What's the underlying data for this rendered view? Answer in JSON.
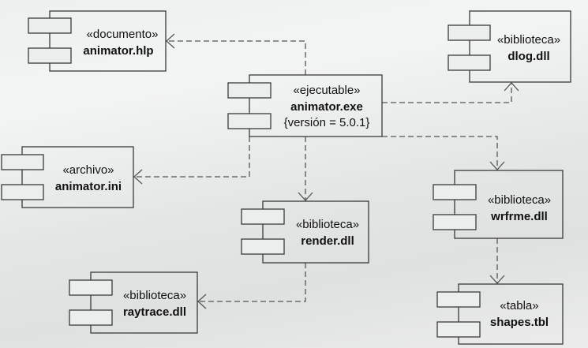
{
  "components": {
    "hlp": {
      "stereotype": "«documento»",
      "name": "animator.hlp"
    },
    "exe": {
      "stereotype": "«ejecutable»",
      "name": "animator.exe",
      "tag": "{versión = 5.0.1}"
    },
    "ini": {
      "stereotype": "«archivo»",
      "name": "animator.ini"
    },
    "dlog": {
      "stereotype": "«biblioteca»",
      "name": "dlog.dll"
    },
    "render": {
      "stereotype": "«biblioteca»",
      "name": "render.dll"
    },
    "wrfrme": {
      "stereotype": "«biblioteca»",
      "name": "wrfrme.dll"
    },
    "raytrace": {
      "stereotype": "«biblioteca»",
      "name": "raytrace.dll"
    },
    "shapes": {
      "stereotype": "«tabla»",
      "name": "shapes.tbl"
    }
  }
}
